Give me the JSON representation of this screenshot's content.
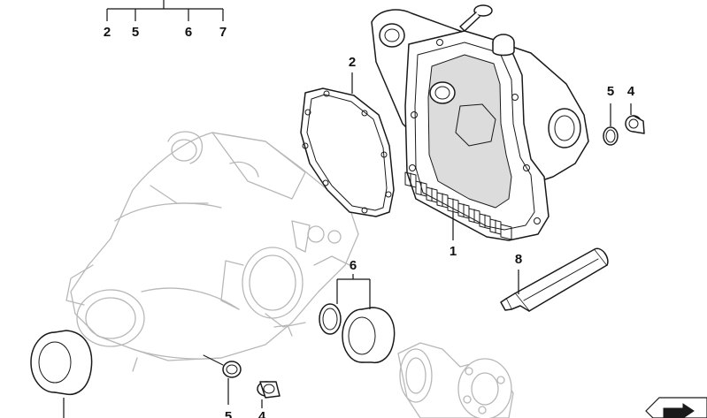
{
  "callouts": {
    "top_group": [
      "2",
      "5",
      "6",
      "7"
    ],
    "gasket": "2",
    "cover": "1",
    "ring_right": "5",
    "plug_right": "4",
    "group_6": "6",
    "sealant_tube": "8",
    "ring_bottom": "5",
    "plug_bottom": "4"
  }
}
